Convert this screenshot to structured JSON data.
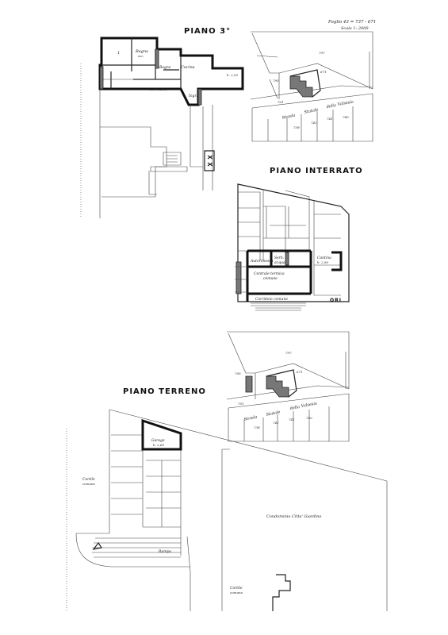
{
  "titles": {
    "piano3": "PIANO 3°",
    "interrato": "PIANO INTERRATO",
    "terreno": "PIANO TERRENO"
  },
  "sheet": {
    "foglio": "Foglio 43 = 737 - 671",
    "scala": "Scala 1: 2000"
  },
  "piano3_rooms": {
    "bagno": "Bagno",
    "bagno_sub": "w.c.",
    "bagno2": "Bagno",
    "cucina": "Cucina",
    "corridoio": "Corridoio",
    "ingr": "Ingr.",
    "h": "h. 2,95",
    "one": "1"
  },
  "map_labels_top": {
    "p797": "797",
    "p795": "795",
    "p701": "701",
    "p671": "671",
    "p738": "738",
    "p742": "742",
    "p741": "741",
    "p740": "740",
    "strada": "Strada",
    "statale": "Statale",
    "della": "della",
    "valsesia": "Valsesia"
  },
  "interrato_rooms": {
    "autorimessa": "Autorimessa",
    "serb": "Serb.",
    "acqua": "acqua",
    "cantina": "Cantina",
    "cantina_h": "h. 2,90",
    "centrale": "Centrale termica",
    "comune": "comune",
    "corridoio": "Corridoio comune",
    "ori": "ORI"
  },
  "map_labels_mid": {
    "p797": "797",
    "p795": "795",
    "p701": "701",
    "p671": "671",
    "p738": "738",
    "p742": "742",
    "p741": "741",
    "p740": "740",
    "strada": "Strada",
    "statale": "Statale",
    "della": "della",
    "valsesia": "Valsesia"
  },
  "terreno_labels": {
    "garage": "Garage",
    "garage_h": "h. 2,60",
    "cortile1": "Cortile",
    "comune1": "comune",
    "rampa": "Rampa",
    "condominio": "Condominio Citta' Giardino",
    "cortile2": "Cortile",
    "comune2": "comune"
  }
}
